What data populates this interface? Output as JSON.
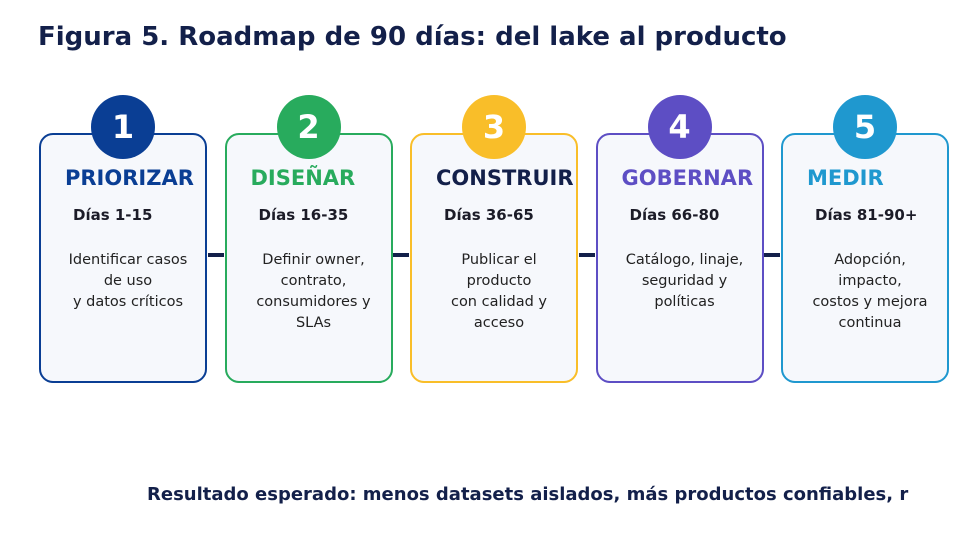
{
  "title": "Figura 5. Roadmap de 90 días: del lake al producto",
  "steps": [
    {
      "number": "1",
      "name": "PRIORIZAR",
      "days": "Días 1-15",
      "description": "Identificar casos\nde uso\ny datos críticos",
      "color": "#0a3e94",
      "name_color": "#0a3e94"
    },
    {
      "number": "2",
      "name": "DISEÑAR",
      "days": "Días 16-35",
      "description": "Definir owner,\ncontrato,\nconsumidores y\nSLAs",
      "color": "#28ab5d",
      "name_color": "#28ab5d"
    },
    {
      "number": "3",
      "name": "CONSTRUIR",
      "days": "Días 36-65",
      "description": "Publicar el\nproducto\ncon calidad y\nacceso",
      "color": "#f9be29",
      "name_color": "#13204a"
    },
    {
      "number": "4",
      "name": "GOBERNAR",
      "days": "Días 66-80",
      "description": "Catálogo, linaje,\nseguridad y\npolíticas",
      "color": "#5d4ec4",
      "name_color": "#5d4ec4"
    },
    {
      "number": "5",
      "name": "MEDIR",
      "days": "Días 81-90+",
      "description": "Adopción,\nimpacto,\ncostos y mejora\ncontinua",
      "color": "#1f98cf",
      "name_color": "#1f98cf"
    }
  ],
  "footer": "Resultado esperado: menos datasets aislados, más productos confiables, r"
}
